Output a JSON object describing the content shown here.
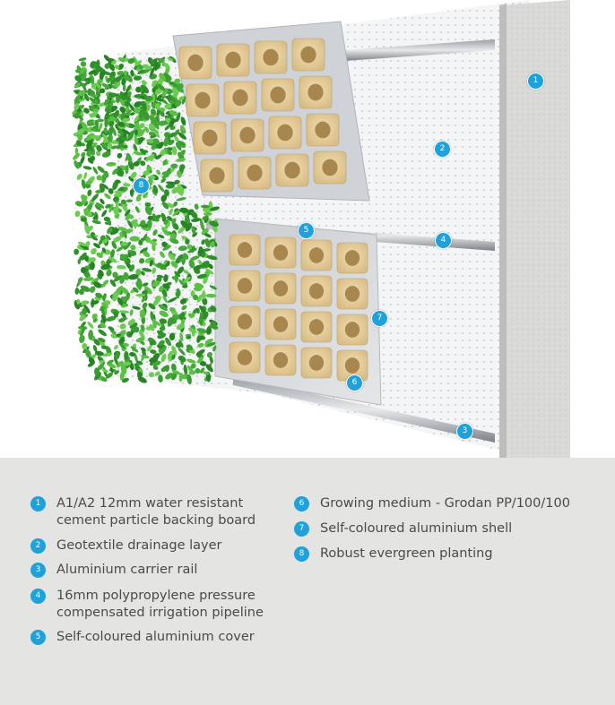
{
  "colors": {
    "accent": "#1fa1dc",
    "legend_background": "#e4e4e3",
    "legend_text": "#4a4a4a",
    "planting": "#4caf3a",
    "aluminium": "#d4d6d9",
    "growing_medium": "#e9d3a3",
    "backing_board": "#dcdcdc"
  },
  "callouts": [
    {
      "number": "1",
      "target": "cement-particle-backing-board"
    },
    {
      "number": "2",
      "target": "geotextile-drainage-layer"
    },
    {
      "number": "3",
      "target": "aluminium-carrier-rail"
    },
    {
      "number": "4",
      "target": "irrigation-pipeline"
    },
    {
      "number": "5",
      "target": "aluminium-cover"
    },
    {
      "number": "6",
      "target": "growing-medium"
    },
    {
      "number": "7",
      "target": "aluminium-shell"
    },
    {
      "number": "8",
      "target": "evergreen-planting"
    }
  ],
  "legend": {
    "left_column": [
      {
        "number": "1",
        "text": "A1/A2 12mm water resistant\ncement particle backing board"
      },
      {
        "number": "2",
        "text": "Geotextile drainage layer"
      },
      {
        "number": "3",
        "text": "Aluminium carrier rail"
      },
      {
        "number": "4",
        "text": "16mm polypropylene pressure\ncompensated irrigation pipeline"
      },
      {
        "number": "5",
        "text": "Self-coloured aluminium cover"
      }
    ],
    "right_column": [
      {
        "number": "6",
        "text": "Growing medium - Grodan PP/100/100"
      },
      {
        "number": "7",
        "text": "Self-coloured aluminium shell"
      },
      {
        "number": "8",
        "text": "Robust evergreen planting"
      }
    ]
  }
}
